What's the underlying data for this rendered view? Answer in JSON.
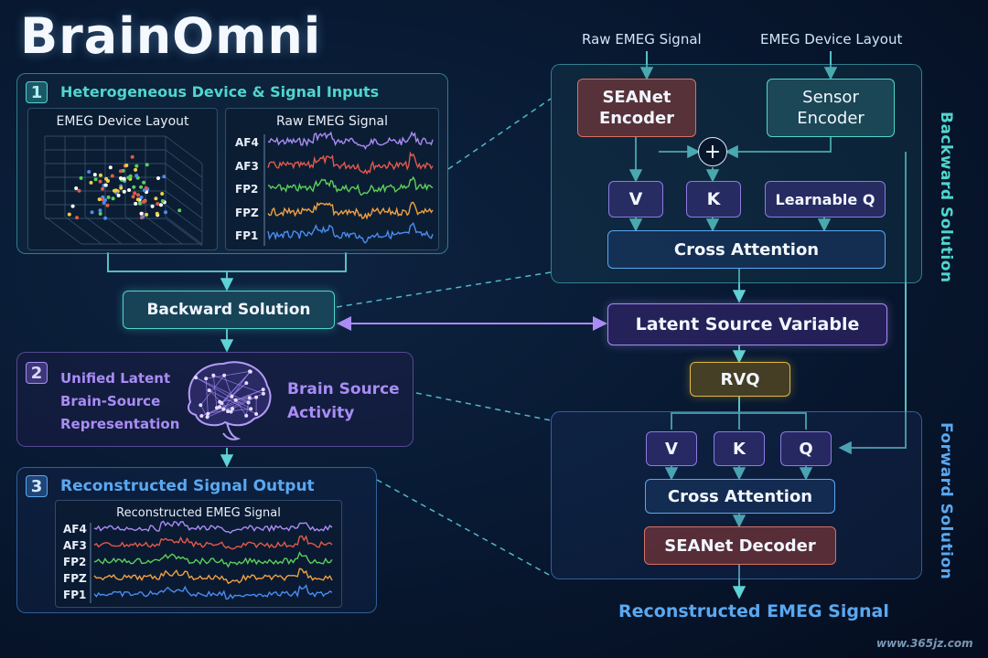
{
  "title": "BrainOmni",
  "section1": {
    "num": "1",
    "heading": "Heterogeneous Device & Signal Inputs",
    "device_layout_label": "EMEG Device Layout",
    "raw_signal_label": "Raw EMEG Signal",
    "channels": [
      "AF4",
      "AF3",
      "FP2",
      "FPZ",
      "FP1"
    ]
  },
  "backward_solution_box": "Backward Solution",
  "section2": {
    "num": "2",
    "left_text": [
      "Unified Latent",
      "Brain-Source",
      "Representation"
    ],
    "right_text": [
      "Brain Source",
      "Activity"
    ]
  },
  "section3": {
    "num": "3",
    "heading": "Reconstructed Signal Output",
    "inner_label": "Reconstructed EMEG Signal",
    "channels": [
      "AF4",
      "AF3",
      "FP2",
      "FPZ",
      "FP1"
    ]
  },
  "right": {
    "raw_label": "Raw EMEG Signal",
    "layout_label": "EMEG Device Layout",
    "seanet_encoder": [
      "SEANet",
      "Encoder"
    ],
    "sensor_encoder": [
      "Sensor",
      "Encoder"
    ],
    "plus_symbol": "+",
    "v": "V",
    "k": "K",
    "q": "Q",
    "learnable_q": "Learnable Q",
    "cross_attention": "Cross Attention",
    "latent": "Latent Source Variable",
    "rvq": "RVQ",
    "seanet_decoder": "SEANet Decoder",
    "output": "Reconstructed EMEG Signal",
    "backward_vertical": "Backward Solution",
    "forward_vertical": "Forward Solution"
  },
  "watermark": "www.365jz.com",
  "colors": {
    "cyan": "#4fd6cf",
    "purple": "#a98cf5",
    "blue": "#5aa8f0",
    "encoder_red": "#c05a4a",
    "rvq_yellow": "#e0b840"
  },
  "signal_colors": [
    "#a98cf5",
    "#e05a4a",
    "#5bcf5a",
    "#f0a040",
    "#4a8cf0"
  ]
}
